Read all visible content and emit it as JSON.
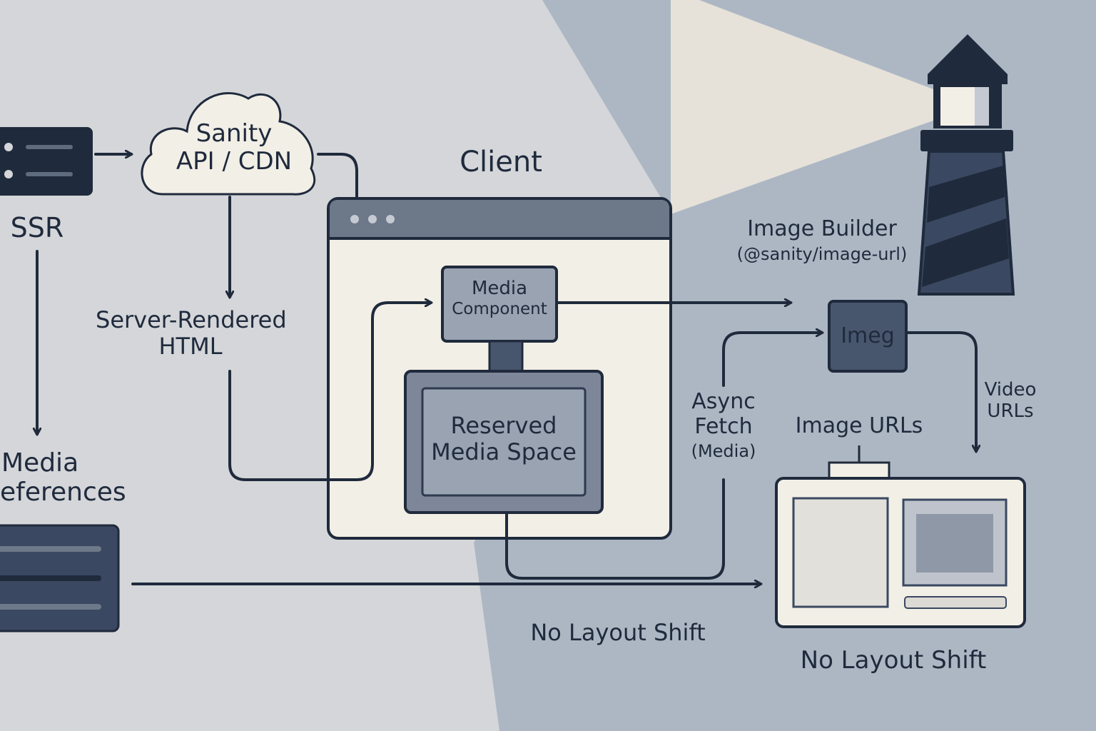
{
  "nodes": {
    "ssr": "SSR",
    "sanity_api": [
      "Sanity",
      "API / CDN"
    ],
    "client": "Client",
    "server_rendered_html": [
      "Server-Rendered",
      "HTML"
    ],
    "media_component": [
      "Media",
      "Component"
    ],
    "reserved_media_space": [
      "Reserved",
      "Media Space"
    ],
    "media_references": [
      "Media",
      "eferences"
    ],
    "image_builder": [
      "Image Builder",
      "(@sanity/image-url)"
    ],
    "imeg": "Imeg",
    "async_fetch": [
      "Async",
      "Fetch",
      "(Media)"
    ],
    "image_urls": "Image URLs",
    "video_urls": [
      "Video",
      "URLs"
    ],
    "no_layout_shift_center": "No Layout Shift",
    "no_layout_shift_right": "No Layout Shift"
  },
  "colors": {
    "ink": "#1f2a3c",
    "background_left": "#d4d6d9",
    "background_right": "#adb7c4",
    "cream": "#f2efe6",
    "box_mid": "#9aa3b1",
    "box_dark": "#48566d",
    "light_beam": "#ece7db"
  },
  "icons": [
    "server-icon",
    "cloud-icon",
    "browser-window-icon",
    "lighthouse-icon",
    "database-panel-icon",
    "layout-preview-icon"
  ]
}
